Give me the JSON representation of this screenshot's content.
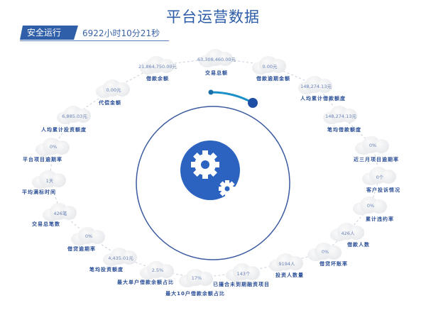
{
  "title": "平台运营数据",
  "safe_run": {
    "label": "安全运行",
    "value": "6922小时10分21秒"
  },
  "metrics": [
    {
      "value": "21,864,750.00元",
      "label": "借款余额"
    },
    {
      "value": "63,308,460.00元",
      "label": "交易总额"
    },
    {
      "value": "0.00元",
      "label": "借款逾期金额"
    },
    {
      "value": "148,274.13元",
      "label": "人均累计借款额度"
    },
    {
      "value": "148,274.13元",
      "label": "笔均借款额度"
    },
    {
      "value": "0%",
      "label": "近三月项目逾期率"
    },
    {
      "value": "0个",
      "label": "客户投诉情况"
    },
    {
      "value": "0%",
      "label": "累计违约率"
    },
    {
      "value": "426人",
      "label": "借款人数"
    },
    {
      "value": "0%",
      "label": "借贷坏账率"
    },
    {
      "value": "9194人",
      "label": "投资人数量"
    },
    {
      "value": "143个",
      "label": "已撮合未到期融资项目"
    },
    {
      "value": "17%",
      "label": "最大10户借款余额占比"
    },
    {
      "value": "2.5%",
      "label": "最大单户借款余额占比"
    },
    {
      "value": "4,435.01元",
      "label": "笔均投资额度"
    },
    {
      "value": "0%",
      "label": "借贷逾期率"
    },
    {
      "value": "426笔",
      "label": "交易总笔数"
    },
    {
      "value": "1天",
      "label": "平均满标时间"
    },
    {
      "value": "0%",
      "label": "平台项目逾期率"
    },
    {
      "value": "6,885.03元",
      "label": "人均累计投资额度"
    },
    {
      "value": "0.00元",
      "label": "代偿金额"
    }
  ],
  "colors": {
    "primary": "#2f5fa9",
    "gear_bg": "#2c62c0"
  }
}
